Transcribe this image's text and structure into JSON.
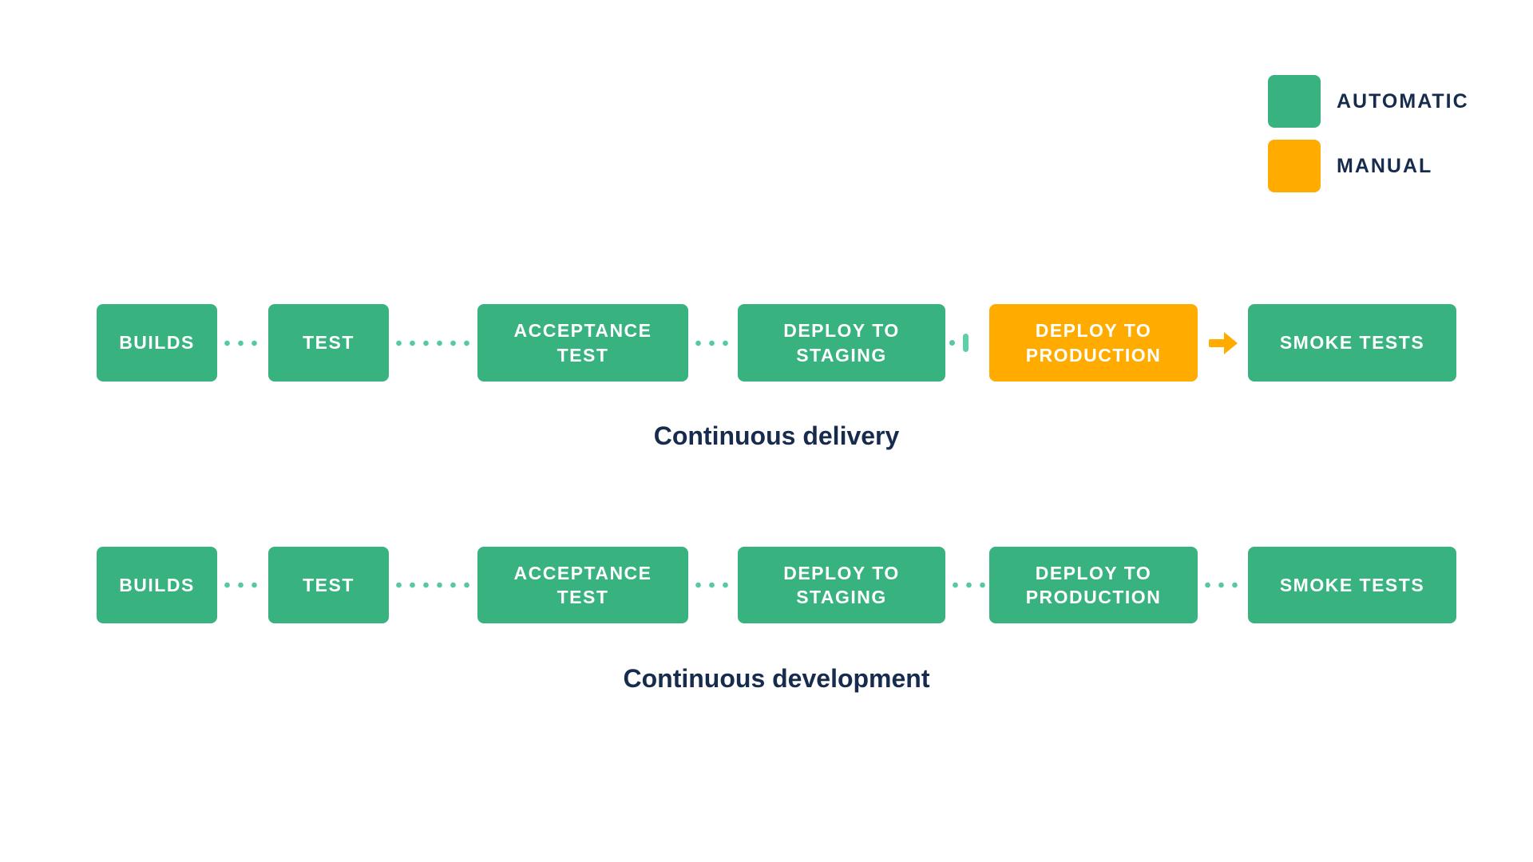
{
  "legend": {
    "items": [
      {
        "label": "AUTOMATIC",
        "color": "#38B27E"
      },
      {
        "label": "MANUAL",
        "color": "#FFAB00"
      }
    ]
  },
  "pipelines": [
    {
      "caption": "Continuous delivery",
      "steps": [
        {
          "label": "BUILDS",
          "type": "automatic"
        },
        {
          "label": "TEST",
          "type": "automatic"
        },
        {
          "label": "ACCEPTANCE TEST",
          "type": "automatic"
        },
        {
          "label": "DEPLOY TO STAGING",
          "type": "automatic"
        },
        {
          "label": "DEPLOY TO PRODUCTION",
          "type": "manual"
        },
        {
          "label": "SMOKE TESTS",
          "type": "automatic"
        }
      ],
      "connectors": [
        "dotted-line",
        "dotted-line",
        "dotted-line",
        "manual-gate",
        "solid-arrow"
      ]
    },
    {
      "caption": "Continuous development",
      "steps": [
        {
          "label": "BUILDS",
          "type": "automatic"
        },
        {
          "label": "TEST",
          "type": "automatic"
        },
        {
          "label": "ACCEPTANCE TEST",
          "type": "automatic"
        },
        {
          "label": "DEPLOY TO STAGING",
          "type": "automatic"
        },
        {
          "label": "DEPLOY TO PRODUCTION",
          "type": "automatic"
        },
        {
          "label": "SMOKE TESTS",
          "type": "automatic"
        }
      ],
      "connectors": [
        "dotted-line",
        "dotted-line",
        "dotted-line",
        "dotted-line",
        "dotted-line"
      ]
    }
  ],
  "colors": {
    "automatic": "#38B27E",
    "manual": "#FFAB00",
    "connector": "#57C99F",
    "caption_text": "#172B4D",
    "box_text": "#FFFFFF",
    "background": "#FFFFFF"
  }
}
